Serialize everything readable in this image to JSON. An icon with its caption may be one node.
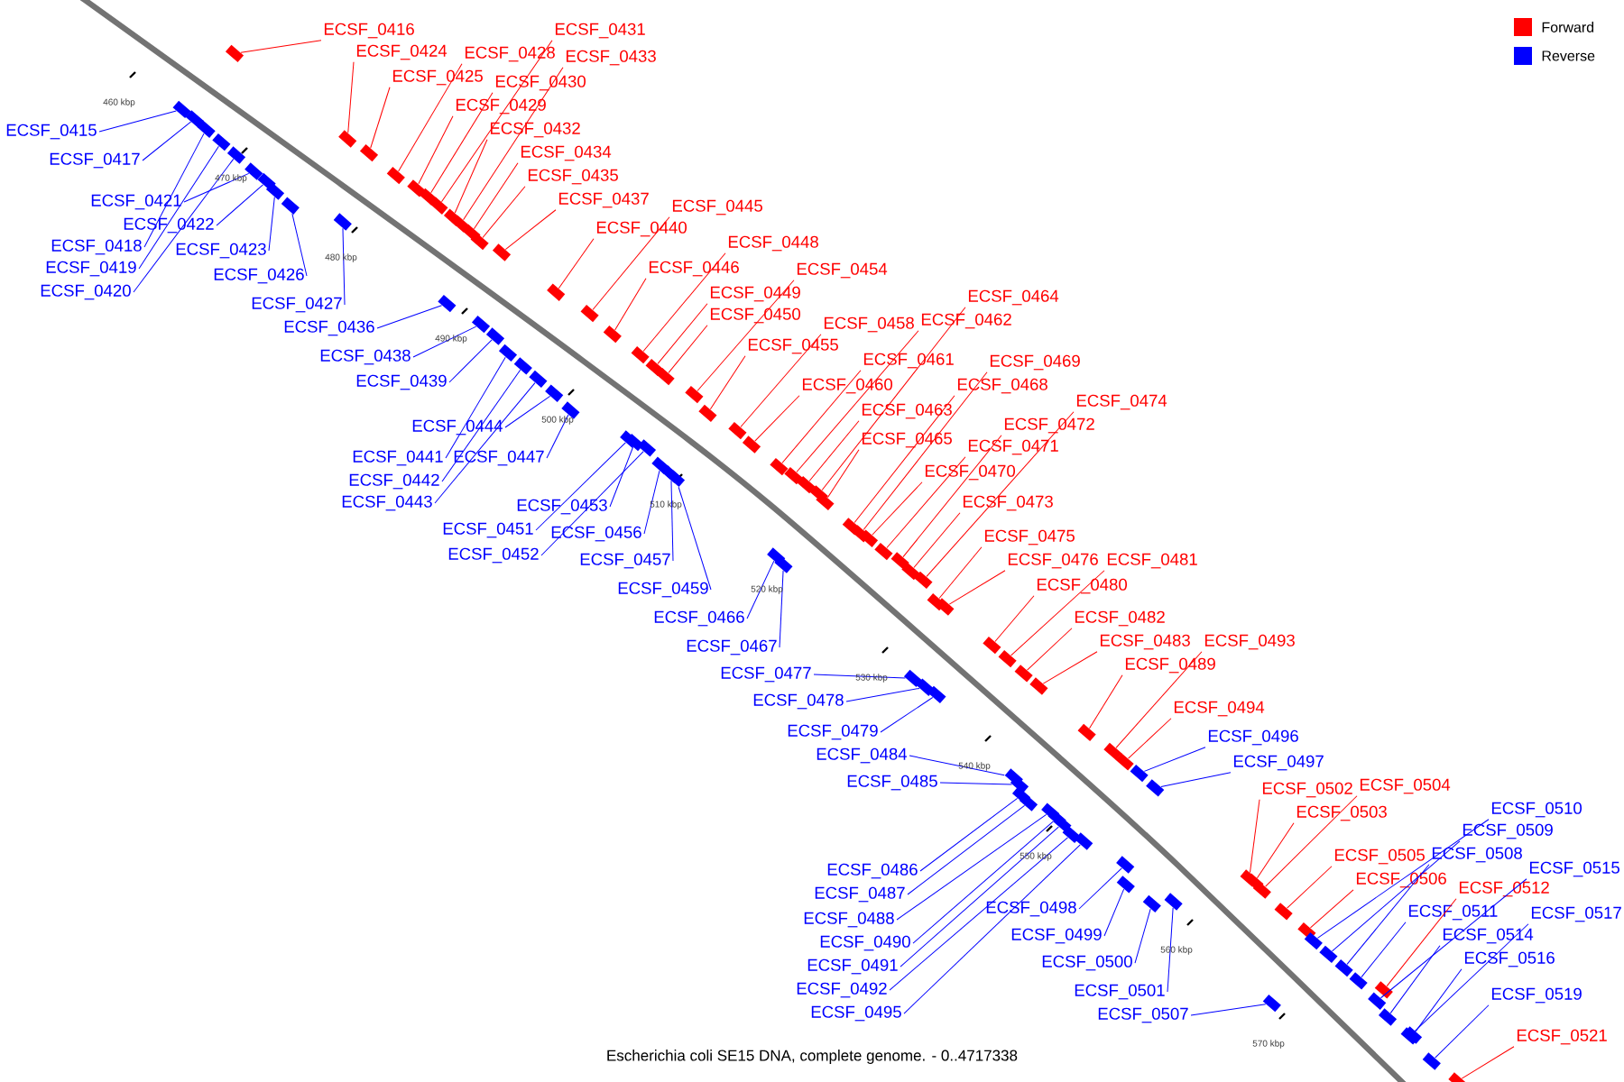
{
  "diagram": {
    "caption": "Escherichia coli SE15 DNA, complete genome. - 0..4717338",
    "nodes": [
      {
        "text": [
          "ECSF_0415"
        ]
      },
      {
        "text": [
          "ECSF_0416"
        ]
      },
      {
        "text": [
          "ECSF_0417"
        ]
      },
      {
        "text": [
          "ECSF_0418"
        ]
      },
      {
        "text": [
          "ECSF_0419"
        ]
      },
      {
        "text": [
          "ECSF_0420"
        ]
      },
      {
        "text": [
          "ECSF_0421"
        ]
      },
      {
        "text": [
          "ECSF_0422"
        ]
      },
      {
        "text": [
          "ECSF_0423"
        ]
      },
      {
        "text": [
          "ECSF_0424"
        ]
      },
      {
        "text": [
          "ECSF_0425"
        ]
      },
      {
        "text": [
          "ECSF_0426"
        ]
      },
      {
        "text": [
          "ECSF_0427"
        ]
      },
      {
        "text": [
          "ECSF_0428"
        ]
      },
      {
        "text": [
          "ECSF_0429"
        ]
      },
      {
        "text": [
          "ECSF_0430"
        ]
      },
      {
        "text": [
          "ECSF_0431"
        ]
      },
      {
        "text": [
          "ECSF_0432"
        ]
      },
      {
        "text": [
          "ECSF_0433"
        ]
      },
      {
        "text": [
          "ECSF_0434"
        ]
      },
      {
        "text": [
          "ECSF_0435"
        ]
      },
      {
        "text": [
          "ECSF_0436"
        ]
      },
      {
        "text": [
          "ECSF_0437"
        ]
      },
      {
        "text": [
          "ECSF_0438"
        ]
      },
      {
        "text": [
          "ECSF_0439"
        ]
      },
      {
        "text": [
          "ECSF_0440"
        ]
      },
      {
        "text": [
          "ECSF_0441"
        ]
      },
      {
        "text": [
          "ECSF_0442"
        ]
      },
      {
        "text": [
          "ECSF_0443"
        ]
      },
      {
        "text": [
          "ECSF_0444"
        ]
      },
      {
        "text": [
          "ECSF_0445"
        ]
      },
      {
        "text": [
          "ECSF_0446"
        ]
      },
      {
        "text": [
          "ECSF_0447"
        ]
      },
      {
        "text": [
          "ECSF_0448"
        ]
      },
      {
        "text": [
          "ECSF_0449"
        ]
      },
      {
        "text": [
          "ECSF_0450"
        ]
      },
      {
        "text": [
          "ECSF_0451"
        ]
      },
      {
        "text": [
          "ECSF_0452"
        ]
      },
      {
        "text": [
          "ECSF_0453"
        ]
      },
      {
        "text": [
          "ECSF_0454"
        ]
      },
      {
        "text": [
          "ECSF_0455"
        ]
      },
      {
        "text": [
          "ECSF_0456"
        ]
      },
      {
        "text": [
          "ECSF_0457"
        ]
      },
      {
        "text": [
          "ECSF_0458"
        ]
      },
      {
        "text": [
          "ECSF_0459"
        ]
      },
      {
        "text": [
          "ECSF_0460"
        ]
      },
      {
        "text": [
          "ECSF_0461"
        ]
      },
      {
        "text": [
          "ECSF_0462"
        ]
      },
      {
        "text": [
          "ECSF_0463"
        ]
      },
      {
        "text": [
          "ECSF_0464"
        ]
      },
      {
        "text": [
          "ECSF_0465"
        ]
      },
      {
        "text": [
          "ECSF_0466"
        ]
      },
      {
        "text": [
          "ECSF_0467"
        ]
      },
      {
        "text": [
          "ECSF_0468"
        ]
      },
      {
        "text": [
          "ECSF_0469"
        ]
      },
      {
        "text": [
          "ECSF_0470"
        ]
      },
      {
        "text": [
          "ECSF_0471"
        ]
      },
      {
        "text": [
          "ECSF_0472"
        ]
      },
      {
        "text": [
          "ECSF_0473"
        ]
      },
      {
        "text": [
          "ECSF_0474"
        ]
      },
      {
        "text": [
          "ECSF_0475"
        ]
      },
      {
        "text": [
          "ECSF_0476"
        ]
      },
      {
        "text": [
          "ECSF_0477"
        ]
      },
      {
        "text": [
          "ECSF_0478"
        ]
      },
      {
        "text": [
          "ECSF_0479"
        ]
      },
      {
        "text": [
          "ECSF_0480"
        ]
      },
      {
        "text": [
          "ECSF_0481"
        ]
      },
      {
        "text": [
          "ECSF_0482"
        ]
      },
      {
        "text": [
          "ECSF_0483"
        ]
      },
      {
        "text": [
          "ECSF_0484"
        ]
      },
      {
        "text": [
          "ECSF_0485"
        ]
      },
      {
        "text": [
          "ECSF_0486"
        ]
      },
      {
        "text": [
          "ECSF_0487"
        ]
      },
      {
        "text": [
          "ECSF_0488"
        ]
      },
      {
        "text": [
          "ECSF_0489"
        ]
      },
      {
        "text": [
          "ECSF_0490"
        ]
      },
      {
        "text": [
          "ECSF_0491"
        ]
      },
      {
        "text": [
          "ECSF_0492"
        ]
      },
      {
        "text": [
          "ECSF_0493"
        ]
      },
      {
        "text": [
          "ECSF_0494"
        ]
      },
      {
        "text": [
          "ECSF_0495"
        ]
      },
      {
        "text": [
          "ECSF_0496"
        ]
      },
      {
        "text": [
          "ECSF_0497"
        ]
      },
      {
        "text": [
          "ECSF_0498"
        ]
      },
      {
        "text": [
          "ECSF_0499"
        ]
      },
      {
        "text": [
          "ECSF_0500"
        ]
      },
      {
        "text": [
          "ECSF_0501"
        ]
      },
      {
        "text": [
          "ECSF_0502"
        ]
      },
      {
        "text": [
          "ECSF_0503"
        ]
      },
      {
        "text": [
          "ECSF_0504"
        ]
      },
      {
        "text": [
          "ECSF_0505"
        ]
      },
      {
        "text": [
          "ECSF_0506"
        ]
      },
      {
        "text": [
          "ECSF_0507"
        ]
      },
      {
        "text": [
          "ECSF_0508"
        ]
      },
      {
        "text": [
          "ECSF_0509"
        ]
      },
      {
        "text": [
          "ECSF_0510"
        ]
      },
      {
        "text": [
          "ECSF_0511"
        ]
      },
      {
        "text": [
          "ECSF_0512"
        ]
      },
      {
        "text": [
          "ECSF_0514"
        ]
      },
      {
        "text": [
          "ECSF_0515"
        ]
      },
      {
        "text": [
          "ECSF_0516"
        ]
      },
      {
        "text": [
          "ECSF_0517"
        ]
      },
      {
        "text": [
          "ECSF_0519"
        ]
      },
      {
        "text": [
          "ECSF_0521"
        ]
      },
      {
        "text": [],
        "shape": "bar"
      },
      {
        "text": [],
        "shape": "bar"
      },
      {
        "text": [],
        "shape": "bar"
      },
      {
        "text": [],
        "shape": "bar"
      },
      {
        "text": [],
        "shape": "bar"
      },
      {
        "text": [],
        "shape": "bar"
      },
      {
        "text": [],
        "shape": "bar"
      },
      {
        "text": [],
        "shape": "bar"
      },
      {
        "text": [],
        "shape": "bar"
      },
      {
        "text": [],
        "shape": "bar"
      },
      {
        "text": [],
        "shape": "bar"
      },
      {
        "text": [],
        "shape": "bar"
      },
      {
        "text": [],
        "shape": "bar"
      },
      {
        "text": [],
        "shape": "bar"
      },
      {
        "text": [],
        "shape": "bar"
      },
      {
        "text": [],
        "shape": "bar"
      },
      {
        "text": [],
        "shape": "bar"
      },
      {
        "text": [],
        "shape": "bar"
      },
      {
        "text": [],
        "shape": "bar"
      },
      {
        "text": [],
        "shape": "bar"
      },
      {
        "text": [],
        "shape": "bar"
      },
      {
        "text": [],
        "shape": "bar"
      },
      {
        "text": [],
        "shape": "bar"
      },
      {
        "text": [],
        "shape": "bar"
      },
      {
        "text": [],
        "shape": "bar"
      },
      {
        "text": [],
        "shape": "bar"
      },
      {
        "text": [],
        "shape": "bar"
      },
      {
        "text": [],
        "shape": "bar"
      },
      {
        "text": [],
        "shape": "bar"
      },
      {
        "text": [],
        "shape": "bar"
      },
      {
        "text": [],
        "shape": "bar"
      },
      {
        "text": [],
        "shape": "bar"
      },
      {
        "text": [],
        "shape": "bar"
      },
      {
        "text": [],
        "shape": "bar"
      },
      {
        "text": [],
        "shape": "bar"
      },
      {
        "text": [],
        "shape": "bar"
      },
      {
        "text": [],
        "shape": "bar"
      },
      {
        "text": [],
        "shape": "bar"
      },
      {
        "text": [],
        "shape": "bar"
      },
      {
        "text": [],
        "shape": "bar"
      },
      {
        "text": [],
        "shape": "bar"
      },
      {
        "text": [],
        "shape": "bar"
      },
      {
        "text": [],
        "shape": "bar"
      },
      {
        "text": [],
        "shape": "bar"
      },
      {
        "text": [],
        "shape": "bar"
      },
      {
        "text": [],
        "shape": "bar"
      },
      {
        "text": [],
        "shape": "bar"
      },
      {
        "text": [],
        "shape": "bar"
      },
      {
        "text": [],
        "shape": "bar"
      },
      {
        "text": [],
        "shape": "bar"
      },
      {
        "text": [],
        "shape": "bar"
      },
      {
        "text": [],
        "shape": "bar"
      },
      {
        "text": [],
        "shape": "bar"
      },
      {
        "text": [],
        "shape": "bar"
      },
      {
        "text": [],
        "shape": "bar"
      },
      {
        "text": [],
        "shape": "bar"
      },
      {
        "text": [],
        "shape": "bar"
      },
      {
        "text": [],
        "shape": "bar"
      },
      {
        "text": [],
        "shape": "bar"
      },
      {
        "text": [],
        "shape": "bar"
      },
      {
        "text": [],
        "shape": "bar"
      },
      {
        "text": [],
        "shape": "bar"
      },
      {
        "text": [],
        "shape": "bar"
      },
      {
        "text": [],
        "shape": "bar"
      },
      {
        "text": [],
        "shape": "bar"
      },
      {
        "text": [],
        "shape": "bar"
      },
      {
        "text": [],
        "shape": "bar"
      },
      {
        "text": [],
        "shape": "bar"
      },
      {
        "text": [],
        "shape": "bar"
      },
      {
        "text": [],
        "shape": "bar"
      },
      {
        "text": [],
        "shape": "bar"
      },
      {
        "text": [],
        "shape": "bar"
      },
      {
        "text": [],
        "shape": "bar"
      },
      {
        "text": [],
        "shape": "bar"
      },
      {
        "text": [],
        "shape": "bar"
      },
      {
        "text": [],
        "shape": "bar"
      },
      {
        "text": [],
        "shape": "bar"
      },
      {
        "text": [],
        "shape": "bar"
      },
      {
        "text": [],
        "shape": "bar"
      },
      {
        "text": [],
        "shape": "bar"
      },
      {
        "text": [],
        "shape": "bar"
      },
      {
        "text": [],
        "shape": "bar"
      },
      {
        "text": [],
        "shape": "bar"
      },
      {
        "text": [],
        "shape": "bar"
      },
      {
        "text": [],
        "shape": "bar"
      },
      {
        "text": [],
        "shape": "bar"
      },
      {
        "text": [],
        "shape": "bar"
      },
      {
        "text": [],
        "shape": "bar"
      },
      {
        "text": [],
        "shape": "bar"
      },
      {
        "text": [],
        "shape": "bar"
      },
      {
        "text": [],
        "shape": "bar"
      },
      {
        "text": [],
        "shape": "bar"
      },
      {
        "text": [],
        "shape": "bar"
      },
      {
        "text": [],
        "shape": "bar"
      },
      {
        "text": [],
        "shape": "bar"
      },
      {
        "text": [],
        "shape": "bar"
      },
      {
        "text": [],
        "shape": "bar"
      },
      {
        "text": [],
        "shape": "bar"
      },
      {
        "text": [],
        "shape": "bar"
      },
      {
        "text": [],
        "shape": "bar"
      },
      {
        "text": [],
        "shape": "bar"
      },
      {
        "text": [],
        "shape": "bar"
      },
      {
        "text": [],
        "shape": "bar"
      },
      {
        "text": [],
        "shape": "bar"
      }
    ],
    "edges": [
      {
        "from": 0,
        "to": 104,
        "arrow": "none",
        "color": "#0000ff"
      },
      {
        "from": 1,
        "to": 105,
        "arrow": "none",
        "color": "#ff0000"
      },
      {
        "from": 2,
        "to": 106,
        "arrow": "none",
        "color": "#0000ff"
      },
      {
        "from": 3,
        "to": 107,
        "arrow": "none",
        "color": "#0000ff"
      },
      {
        "from": 4,
        "to": 108,
        "arrow": "none",
        "color": "#0000ff"
      },
      {
        "from": 5,
        "to": 109,
        "arrow": "none",
        "color": "#0000ff"
      },
      {
        "from": 6,
        "to": 110,
        "arrow": "none",
        "color": "#0000ff"
      },
      {
        "from": 7,
        "to": 111,
        "arrow": "none",
        "color": "#0000ff"
      },
      {
        "from": 8,
        "to": 112,
        "arrow": "none",
        "color": "#0000ff"
      },
      {
        "from": 9,
        "to": 113,
        "arrow": "none",
        "color": "#ff0000"
      },
      {
        "from": 10,
        "to": 114,
        "arrow": "none",
        "color": "#ff0000"
      },
      {
        "from": 11,
        "to": 115,
        "arrow": "none",
        "color": "#0000ff"
      },
      {
        "from": 12,
        "to": 116,
        "arrow": "none",
        "color": "#0000ff"
      },
      {
        "from": 13,
        "to": 117,
        "arrow": "none",
        "color": "#ff0000"
      },
      {
        "from": 14,
        "to": 118,
        "arrow": "none",
        "color": "#ff0000"
      },
      {
        "from": 15,
        "to": 119,
        "arrow": "none",
        "color": "#ff0000"
      },
      {
        "from": 16,
        "to": 120,
        "arrow": "none",
        "color": "#ff0000"
      },
      {
        "from": 17,
        "to": 121,
        "arrow": "none",
        "color": "#ff0000"
      },
      {
        "from": 18,
        "to": 122,
        "arrow": "none",
        "color": "#ff0000"
      },
      {
        "from": 19,
        "to": 123,
        "arrow": "none",
        "color": "#ff0000"
      },
      {
        "from": 20,
        "to": 124,
        "arrow": "none",
        "color": "#ff0000"
      },
      {
        "from": 21,
        "to": 125,
        "arrow": "none",
        "color": "#0000ff"
      },
      {
        "from": 22,
        "to": 126,
        "arrow": "none",
        "color": "#ff0000"
      },
      {
        "from": 23,
        "to": 127,
        "arrow": "none",
        "color": "#0000ff"
      },
      {
        "from": 24,
        "to": 128,
        "arrow": "none",
        "color": "#0000ff"
      },
      {
        "from": 25,
        "to": 129,
        "arrow": "none",
        "color": "#ff0000"
      },
      {
        "from": 26,
        "to": 130,
        "arrow": "none",
        "color": "#0000ff"
      },
      {
        "from": 27,
        "to": 131,
        "arrow": "none",
        "color": "#0000ff"
      },
      {
        "from": 28,
        "to": 132,
        "arrow": "none",
        "color": "#0000ff"
      },
      {
        "from": 29,
        "to": 133,
        "arrow": "none",
        "color": "#0000ff"
      },
      {
        "from": 30,
        "to": 134,
        "arrow": "none",
        "color": "#ff0000"
      },
      {
        "from": 31,
        "to": 135,
        "arrow": "none",
        "color": "#ff0000"
      },
      {
        "from": 32,
        "to": 136,
        "arrow": "none",
        "color": "#0000ff"
      },
      {
        "from": 33,
        "to": 137,
        "arrow": "none",
        "color": "#ff0000"
      },
      {
        "from": 34,
        "to": 138,
        "arrow": "none",
        "color": "#ff0000"
      },
      {
        "from": 35,
        "to": 139,
        "arrow": "none",
        "color": "#ff0000"
      },
      {
        "from": 36,
        "to": 140,
        "arrow": "none",
        "color": "#0000ff"
      },
      {
        "from": 37,
        "to": 141,
        "arrow": "none",
        "color": "#0000ff"
      },
      {
        "from": 38,
        "to": 142,
        "arrow": "none",
        "color": "#0000ff"
      },
      {
        "from": 39,
        "to": 143,
        "arrow": "none",
        "color": "#ff0000"
      },
      {
        "from": 40,
        "to": 144,
        "arrow": "none",
        "color": "#ff0000"
      },
      {
        "from": 41,
        "to": 145,
        "arrow": "none",
        "color": "#0000ff"
      },
      {
        "from": 42,
        "to": 146,
        "arrow": "none",
        "color": "#0000ff"
      },
      {
        "from": 43,
        "to": 147,
        "arrow": "none",
        "color": "#ff0000"
      },
      {
        "from": 44,
        "to": 148,
        "arrow": "none",
        "color": "#0000ff"
      },
      {
        "from": 45,
        "to": 149,
        "arrow": "none",
        "color": "#ff0000"
      },
      {
        "from": 46,
        "to": 150,
        "arrow": "none",
        "color": "#ff0000"
      },
      {
        "from": 47,
        "to": 151,
        "arrow": "none",
        "color": "#ff0000"
      },
      {
        "from": 48,
        "to": 152,
        "arrow": "none",
        "color": "#ff0000"
      },
      {
        "from": 49,
        "to": 153,
        "arrow": "none",
        "color": "#ff0000"
      },
      {
        "from": 50,
        "to": 154,
        "arrow": "none",
        "color": "#ff0000"
      },
      {
        "from": 51,
        "to": 155,
        "arrow": "none",
        "color": "#0000ff"
      },
      {
        "from": 52,
        "to": 156,
        "arrow": "none",
        "color": "#0000ff"
      },
      {
        "from": 53,
        "to": 157,
        "arrow": "none",
        "color": "#ff0000"
      },
      {
        "from": 54,
        "to": 158,
        "arrow": "none",
        "color": "#ff0000"
      },
      {
        "from": 55,
        "to": 159,
        "arrow": "none",
        "color": "#ff0000"
      },
      {
        "from": 56,
        "to": 160,
        "arrow": "none",
        "color": "#ff0000"
      },
      {
        "from": 57,
        "to": 161,
        "arrow": "none",
        "color": "#ff0000"
      },
      {
        "from": 58,
        "to": 162,
        "arrow": "none",
        "color": "#ff0000"
      },
      {
        "from": 59,
        "to": 163,
        "arrow": "none",
        "color": "#ff0000"
      },
      {
        "from": 60,
        "to": 164,
        "arrow": "none",
        "color": "#ff0000"
      },
      {
        "from": 61,
        "to": 165,
        "arrow": "none",
        "color": "#ff0000"
      },
      {
        "from": 62,
        "to": 166,
        "arrow": "none",
        "color": "#0000ff"
      },
      {
        "from": 63,
        "to": 167,
        "arrow": "none",
        "color": "#0000ff"
      },
      {
        "from": 64,
        "to": 168,
        "arrow": "none",
        "color": "#0000ff"
      },
      {
        "from": 65,
        "to": 169,
        "arrow": "none",
        "color": "#ff0000"
      },
      {
        "from": 66,
        "to": 170,
        "arrow": "none",
        "color": "#ff0000"
      },
      {
        "from": 67,
        "to": 171,
        "arrow": "none",
        "color": "#ff0000"
      },
      {
        "from": 68,
        "to": 172,
        "arrow": "none",
        "color": "#ff0000"
      },
      {
        "from": 69,
        "to": 173,
        "arrow": "none",
        "color": "#0000ff"
      },
      {
        "from": 70,
        "to": 174,
        "arrow": "none",
        "color": "#0000ff"
      },
      {
        "from": 71,
        "to": 175,
        "arrow": "none",
        "color": "#0000ff"
      },
      {
        "from": 72,
        "to": 176,
        "arrow": "none",
        "color": "#0000ff"
      },
      {
        "from": 73,
        "to": 177,
        "arrow": "none",
        "color": "#0000ff"
      },
      {
        "from": 74,
        "to": 178,
        "arrow": "none",
        "color": "#ff0000"
      },
      {
        "from": 75,
        "to": 179,
        "arrow": "none",
        "color": "#0000ff"
      },
      {
        "from": 76,
        "to": 180,
        "arrow": "none",
        "color": "#0000ff"
      },
      {
        "from": 77,
        "to": 181,
        "arrow": "none",
        "color": "#0000ff"
      },
      {
        "from": 78,
        "to": 182,
        "arrow": "none",
        "color": "#ff0000"
      },
      {
        "from": 79,
        "to": 183,
        "arrow": "none",
        "color": "#ff0000"
      },
      {
        "from": 80,
        "to": 184,
        "arrow": "none",
        "color": "#0000ff"
      },
      {
        "from": 81,
        "to": 185,
        "arrow": "none",
        "color": "#0000ff"
      },
      {
        "from": 82,
        "to": 186,
        "arrow": "none",
        "color": "#0000ff"
      },
      {
        "from": 83,
        "to": 187,
        "arrow": "none",
        "color": "#0000ff"
      },
      {
        "from": 84,
        "to": 188,
        "arrow": "none",
        "color": "#0000ff"
      },
      {
        "from": 85,
        "to": 189,
        "arrow": "none",
        "color": "#0000ff"
      },
      {
        "from": 86,
        "to": 190,
        "arrow": "none",
        "color": "#0000ff"
      },
      {
        "from": 87,
        "to": 191,
        "arrow": "none",
        "color": "#ff0000"
      },
      {
        "from": 88,
        "to": 192,
        "arrow": "none",
        "color": "#ff0000"
      },
      {
        "from": 89,
        "to": 193,
        "arrow": "none",
        "color": "#ff0000"
      },
      {
        "from": 90,
        "to": 194,
        "arrow": "none",
        "color": "#ff0000"
      },
      {
        "from": 91,
        "to": 195,
        "arrow": "none",
        "color": "#ff0000"
      },
      {
        "from": 92,
        "to": 196,
        "arrow": "none",
        "color": "#0000ff"
      },
      {
        "from": 93,
        "to": 197,
        "arrow": "none",
        "color": "#0000ff"
      },
      {
        "from": 94,
        "to": 198,
        "arrow": "none",
        "color": "#0000ff"
      },
      {
        "from": 95,
        "to": 199,
        "arrow": "none",
        "color": "#0000ff"
      },
      {
        "from": 96,
        "to": 200,
        "arrow": "none",
        "color": "#0000ff"
      },
      {
        "from": 97,
        "to": 201,
        "arrow": "none",
        "color": "#ff0000"
      },
      {
        "from": 98,
        "to": 202,
        "arrow": "none",
        "color": "#0000ff"
      },
      {
        "from": 99,
        "to": 203,
        "arrow": "none",
        "color": "#0000ff"
      },
      {
        "from": 100,
        "to": 204,
        "arrow": "none",
        "color": "#0000ff"
      },
      {
        "from": 101,
        "to": 205,
        "arrow": "none",
        "color": "#0000ff"
      },
      {
        "from": 102,
        "to": 206,
        "arrow": "none",
        "color": "#0000ff"
      },
      {
        "from": 103,
        "to": 207,
        "arrow": "none",
        "color": "#ff0000"
      }
    ],
    "labels": [
      "460 kbp",
      "470 kbp",
      "480 kbp",
      "490 kbp",
      "500 kbp",
      "510 kbp",
      "520 kbp",
      "530 kbp",
      "540 kbp",
      "550 kbp",
      "560 kbp",
      "570 kbp"
    ],
    "legend": [
      {
        "text": "Forward",
        "color": "#ff0000"
      },
      {
        "text": "Reverse",
        "color": "#0000ff"
      }
    ]
  }
}
